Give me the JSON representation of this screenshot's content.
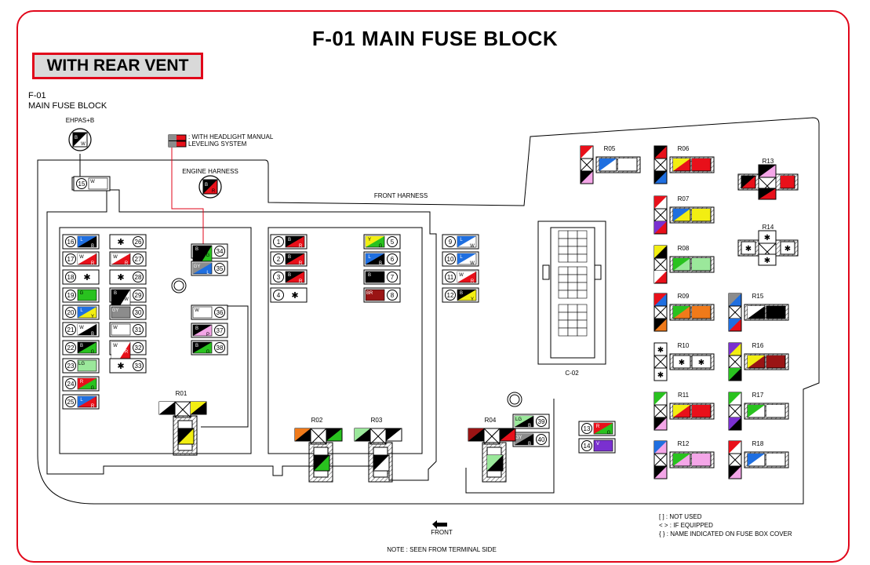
{
  "title": "F-01  MAIN FUSE BLOCK",
  "variant": "WITH REAR VENT",
  "block_code": "F-01",
  "block_name": "MAIN FUSE BLOCK",
  "labels": {
    "ehpas": "EHPAS+B",
    "engine": "ENGINE HARNESS",
    "front_harness": "FRONT HARNESS",
    "headlight_1": ": WITH HEADLIGHT MANUAL",
    "headlight_2": "LEVELING SYSTEM",
    "c02": "C-02",
    "front": "FRONT",
    "note": "NOTE : SEEN FROM TERMINAL SIDE"
  },
  "legend": [
    "[ ] : NOT USED",
    "< > : IF EQUIPPED",
    "{ } : NAME INDICATED ON FUSE BOX COVER"
  ],
  "colors": {
    "frame": "#e1061a",
    "B": "#000000",
    "W": "#ffffff",
    "R": "#e8101a",
    "L": "#1f6fe0",
    "G": "#29c21f",
    "LG": "#9be89b",
    "Y": "#f2ee12",
    "O": "#f07a1a",
    "P": "#f4a6e8",
    "V": "#7a30d0",
    "GY": "#8c8c8c",
    "BR": "#9a1414"
  },
  "fuses": [
    {
      "n": "16",
      "c": [
        "L",
        "B"
      ]
    },
    {
      "n": "17",
      "c": [
        "W",
        "R"
      ]
    },
    {
      "n": "18",
      "c": []
    },
    {
      "n": "19",
      "c": [
        "G"
      ]
    },
    {
      "n": "20",
      "c": [
        "L",
        "Y"
      ]
    },
    {
      "n": "21",
      "c": [
        "W",
        "B"
      ]
    },
    {
      "n": "22",
      "c": [
        "B",
        "G"
      ]
    },
    {
      "n": "23",
      "c": [
        "LG"
      ]
    },
    {
      "n": "24",
      "c": [
        "R",
        "G"
      ]
    },
    {
      "n": "25",
      "c": [
        "L",
        "R"
      ]
    },
    {
      "n": "26",
      "c": []
    },
    {
      "n": "27",
      "c": [
        "W",
        "R"
      ]
    },
    {
      "n": "28",
      "c": []
    },
    {
      "n": "29",
      "c": [
        "B",
        "W"
      ]
    },
    {
      "n": "30",
      "c": [
        "GY"
      ]
    },
    {
      "n": "31",
      "c": [
        "W"
      ]
    },
    {
      "n": "32",
      "c": [
        "W",
        "R"
      ]
    },
    {
      "n": "33",
      "c": []
    },
    {
      "n": "34",
      "c": [
        "B",
        "G"
      ]
    },
    {
      "n": "35",
      "c": [
        "GY",
        "L"
      ]
    },
    {
      "n": "36",
      "c": [
        "W"
      ]
    },
    {
      "n": "37",
      "c": [
        "B",
        "P"
      ]
    },
    {
      "n": "38",
      "c": [
        "B",
        "G"
      ]
    },
    {
      "n": "1",
      "c": [
        "B",
        "R"
      ]
    },
    {
      "n": "2",
      "c": [
        "B",
        "R"
      ]
    },
    {
      "n": "3",
      "c": [
        "B",
        "R"
      ]
    },
    {
      "n": "4",
      "c": []
    },
    {
      "n": "5",
      "c": [
        "Y",
        "G"
      ]
    },
    {
      "n": "6",
      "c": [
        "L",
        "B"
      ]
    },
    {
      "n": "7",
      "c": [
        "B"
      ]
    },
    {
      "n": "8",
      "c": [
        "BR"
      ]
    },
    {
      "n": "9",
      "c": [
        "L",
        "W"
      ]
    },
    {
      "n": "10",
      "c": [
        "L",
        "W"
      ]
    },
    {
      "n": "11",
      "c": [
        "W",
        "R"
      ]
    },
    {
      "n": "12",
      "c": [
        "B",
        "Y"
      ]
    },
    {
      "n": "13",
      "c": [
        "R",
        "G"
      ]
    },
    {
      "n": "14",
      "c": [
        "V"
      ]
    },
    {
      "n": "15",
      "c": [
        "W"
      ]
    },
    {
      "n": "39",
      "c": [
        "LG",
        "B"
      ]
    },
    {
      "n": "40",
      "c": [
        "GY",
        "B"
      ]
    }
  ],
  "relays": [
    {
      "name": "R01"
    },
    {
      "name": "R02"
    },
    {
      "name": "R03"
    },
    {
      "name": "R04"
    },
    {
      "name": "R05"
    },
    {
      "name": "R06"
    },
    {
      "name": "R07"
    },
    {
      "name": "R08"
    },
    {
      "name": "R09"
    },
    {
      "name": "R10"
    },
    {
      "name": "R11"
    },
    {
      "name": "R12"
    },
    {
      "name": "R13"
    },
    {
      "name": "R14"
    },
    {
      "name": "R15"
    },
    {
      "name": "R16"
    },
    {
      "name": "R17"
    },
    {
      "name": "R18"
    }
  ]
}
